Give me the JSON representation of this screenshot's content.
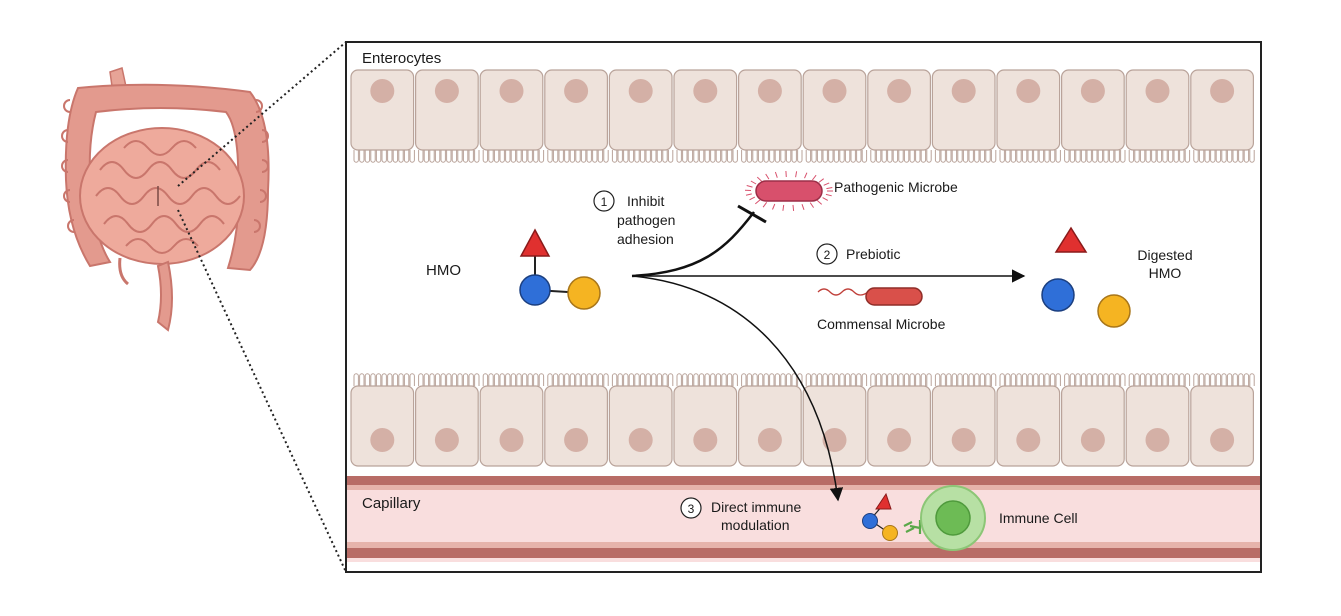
{
  "colors": {
    "cell_fill": "#eee2db",
    "cell_stroke": "#b9a39a",
    "nucleus": "#d4b0a6",
    "intestine": "#e39a8e",
    "intestine_dark": "#c9766c",
    "capillary_band": "#b86c66",
    "capillary_fill": "#f9dede",
    "hmo_blue": "#2f6fd8",
    "hmo_yellow": "#f5b422",
    "hmo_red": "#e0302f",
    "pathogen": "#d8506c",
    "commensal": "#d9504a",
    "immune_outer": "#b7e0a4",
    "immune_inner": "#6dbb55"
  },
  "labels": {
    "enterocytes": "Enterocytes",
    "capillary": "Capillary",
    "hmo": "HMO",
    "digested_hmo_line1": "Digested",
    "digested_hmo_line2": "HMO",
    "pathogenic_microbe": "Pathogenic Microbe",
    "commensal_microbe": "Commensal Microbe",
    "immune_cell": "Immune Cell"
  },
  "steps": [
    {
      "number": "1",
      "line1": "Inhibit",
      "line2": "pathogen",
      "line3": "adhesion"
    },
    {
      "number": "2",
      "line1": "Prebiotic"
    },
    {
      "number": "3",
      "line1": "Direct immune",
      "line2": "modulation"
    }
  ],
  "icons": {
    "intestine": "intestine-icon",
    "pathogen": "pathogenic-bacterium-icon",
    "commensal": "commensal-bacterium-icon",
    "immune_cell": "immune-cell-icon",
    "hmo": "hmo-molecule-icon"
  }
}
